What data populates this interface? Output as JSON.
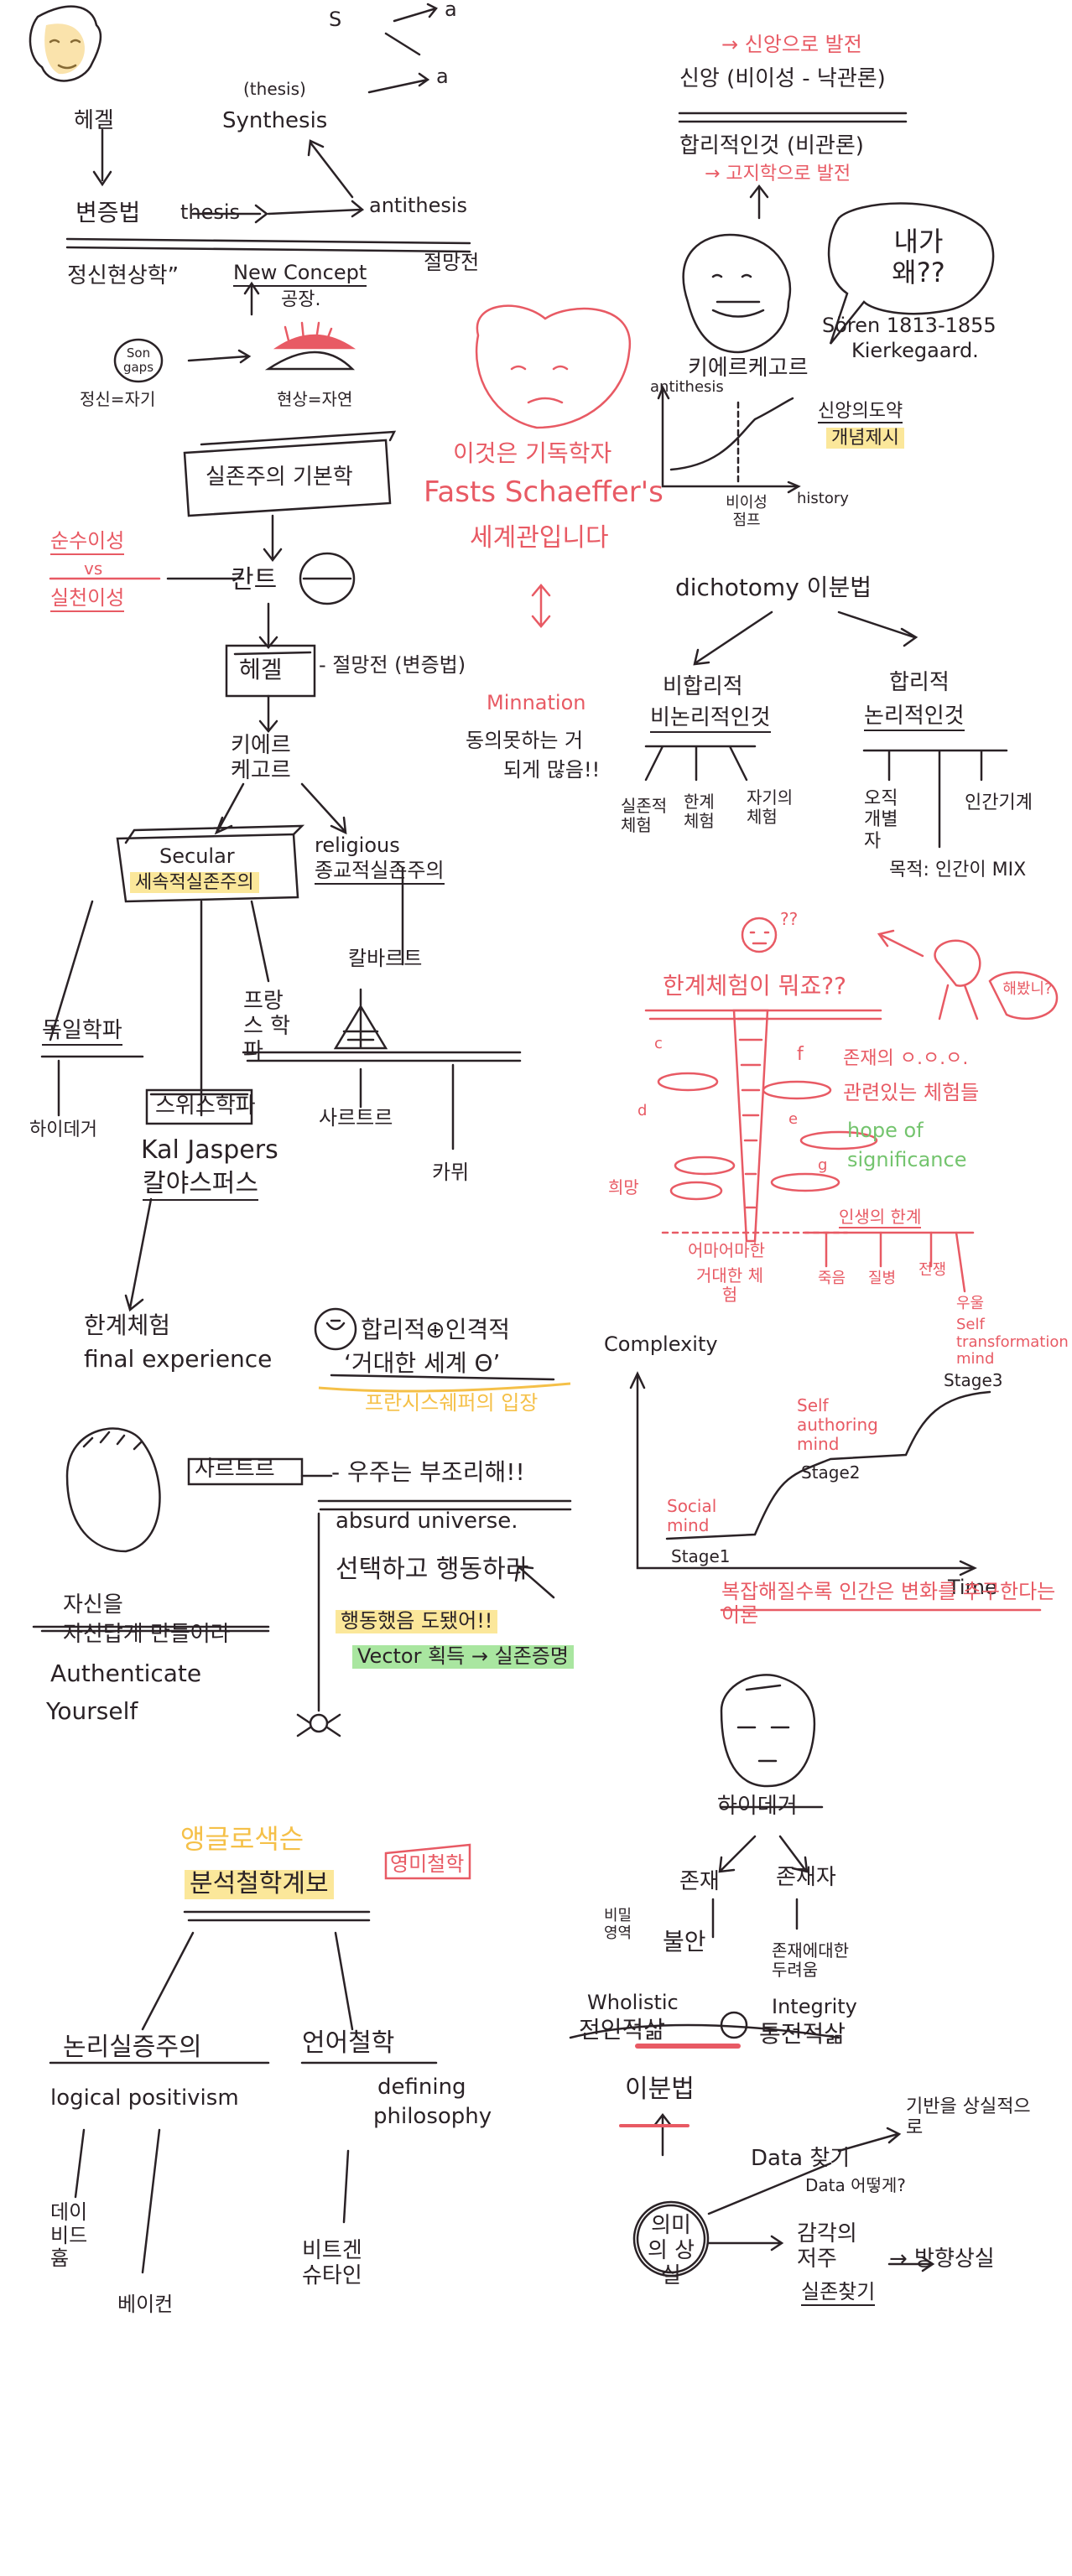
{
  "hegel": {
    "name": "헤겔",
    "dialectic": "변증법",
    "thesis": "thesis",
    "antithesis": "antithesis",
    "synthesis_note": "(thesis)",
    "synthesis": "Synthesis",
    "s_letter": "S",
    "a_letter": "a",
    "a_letter2": "a",
    "phenomenology": "정신현상학”",
    "new_concept": "New Concept",
    "new_concept_sub": "공장.",
    "despair": "절망전",
    "son_gaps": "Son gaps",
    "spirit_self": "정신=자기",
    "phenomenon_nature": "현상=자연"
  },
  "existentialism": {
    "basics": "실존주의 기본학",
    "purity": "순수이성",
    "and": "vs",
    "practical": "실천이성",
    "kant": "칸트",
    "hegel": "헤겔",
    "despair_dialectic": "- 절망전 (변증법)",
    "kierkegaard_kr": "키에르 케고르",
    "secular": "Secular",
    "secular_kr": "세속적실존주의",
    "religious": "religious",
    "religious_kr": "종교적실존주의",
    "karl_barth": "칼바르트",
    "german": "독일학파",
    "heidegger": "하이데거",
    "swiss": "스위스학파",
    "jaspers": "Kal Jaspers",
    "jaspers_kr": "칼야스퍼스",
    "french": "프랑스 학파",
    "sartre": "사르트르",
    "camus": "카뮈",
    "final_kr": "한계체험",
    "final_en": "final experience",
    "irrational": "합리적⊕인격적",
    "theta": "‘거대한 세계 Θ’",
    "schaeffer_theta": "프란시스쉐퍼의 입장"
  },
  "kierkegaard": {
    "faith": "신앙 (비이성 - 낙관론)",
    "faith_arrow": "→ 신앙으로 발전",
    "rational": "합리적인것 (비관론)",
    "rational_arrow": "→ 고지학으로 발전",
    "bubble": "내가 왜??",
    "name_kr": "키에르케고르",
    "name_en": "Sören 1813-1855",
    "name_en2": "Kierkegaard.",
    "axis_y": "antithesis",
    "axis_x": "history",
    "faith_leap": "신앙의도약",
    "faith_leap2": "개념제시",
    "irrational_leap": "비이성 점프"
  },
  "schaeffer": {
    "line1": "이것은 기독학자",
    "line2": "Fasts Schaeffer's",
    "line3": "세계관입니다",
    "minnation": "Minnation",
    "agree1": "동의못하는 거",
    "agree2": "되게 많음!!"
  },
  "dichotomy": {
    "title": "dichotomy 이분법",
    "irrational_top": "비합리적",
    "irrational_sub": "비논리적인것",
    "rational_top": "합리적",
    "rational_sub": "논리적인것",
    "leaf1": "실존적 체험",
    "leaf2": "한계 체험",
    "leaf3": "자기의 체험",
    "leaf4": "오직 개별자",
    "leaf5": "인간기계",
    "bottom": "목적: 인간이 MIX"
  },
  "limit": {
    "title": "한계체험이 뭐죠??",
    "qq": "??",
    "right1": "존재의 ㅇ.ㅇ.ㅇ.",
    "right2": "관련있는 체험들",
    "hope": "hope of",
    "significance": "significance",
    "left_label": "희망",
    "bottom1": "어마어마한",
    "bottom2": "거대한 체험",
    "mind_label": "인생의 한계",
    "mind1": "죽음",
    "mind2": "질병",
    "mind3": "전쟁",
    "mind4": "우울",
    "c": "c",
    "e": "e",
    "f": "f",
    "g": "g",
    "d": "d",
    "say": "해봤니?"
  },
  "complexity": {
    "y_label": "Complexity",
    "x_label": "Time",
    "stage1": "Stage1",
    "stage2": "Stage2",
    "stage3": "Stage3",
    "social": "Social mind",
    "self_auth": "Self authoring mind",
    "self_trans": "Self transformation mind",
    "caption": "복잡해질수록 인간은 변화를 추구한다는 이론"
  },
  "sartre": {
    "name": "사르트르",
    "universe": "- 우주는 부조리해!!",
    "absurd": "absurd universe.",
    "choose": "선택하고 행동하라",
    "practice": "행동했음 도됐어!!",
    "vector": "Vector 획득 → 실존증명",
    "self1": "자신을",
    "self2": "자신답게 만들어라",
    "auth": "Authenticate",
    "yourself": "Yourself"
  },
  "oxford": {
    "title1": "앵글로색슨",
    "title2": "분석철학계보",
    "badge": "영미철학",
    "logical": "논리실증주의",
    "logical_en": "logical positivism",
    "language": "언어철학",
    "defining": "defining",
    "philosophy": "philosophy",
    "hume": "데이비드 흄",
    "bacon": "베이컨",
    "wittgenstein": "비트겐 슈타인"
  },
  "heidegger": {
    "name": "하이데거",
    "being": "존재",
    "existent": "존재자",
    "dark": "불안",
    "dark_sub": "비밀 영역",
    "fear": "존재에대한 두려움",
    "wholistic": "Wholistic",
    "wholistic_kr": "전인적삶",
    "integrity": "Integrity",
    "integrity_kr": "통전적삶",
    "dichotomy": "이분법",
    "meaning": "의미의 상실",
    "data": "Data 찾기",
    "data_q": "Data 어떻게?",
    "basis": "기반을 상실적으로",
    "sensation": "감각의 저주",
    "sensation_sub": "실존찾기",
    "result": "→ 방향상실"
  }
}
